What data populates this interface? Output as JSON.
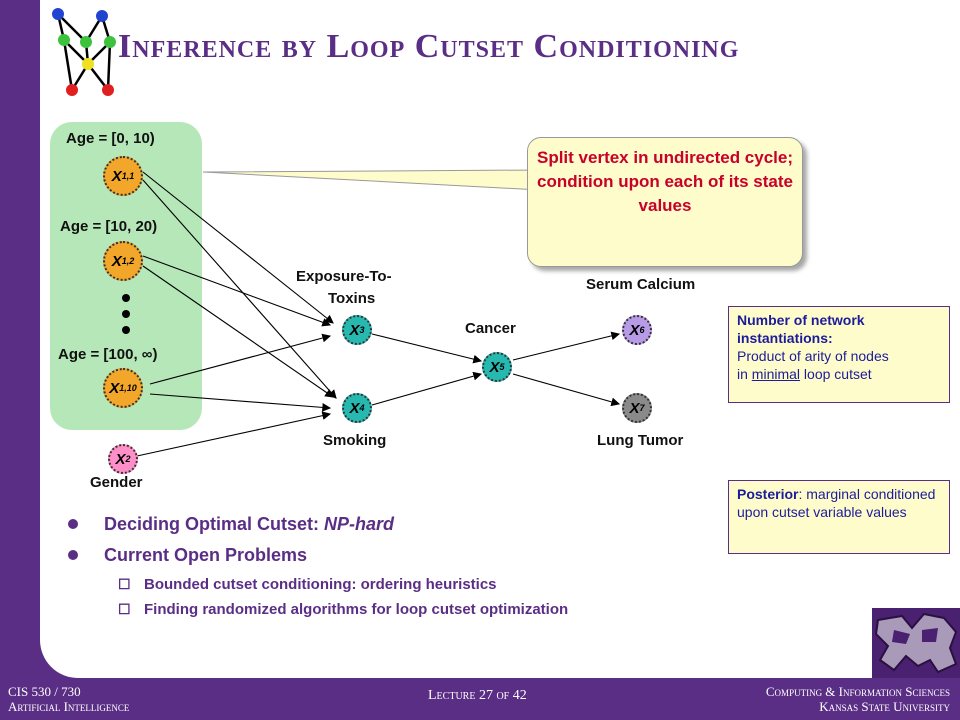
{
  "slide": {
    "title": "Inference by Loop Cutset Conditioning",
    "age_labels": [
      "Age = [0, 10)",
      "Age = [10, 20)",
      "Age = [100, ∞)"
    ],
    "nodes": {
      "x11": {
        "base": "X",
        "sub": "1,1"
      },
      "x12": {
        "base": "X",
        "sub": "1,2"
      },
      "x110": {
        "base": "X",
        "sub": "1,10"
      },
      "x2": {
        "base": "X",
        "sub": "2"
      },
      "x3": {
        "base": "X",
        "sub": "3"
      },
      "x4": {
        "base": "X",
        "sub": "4"
      },
      "x5": {
        "base": "X",
        "sub": "5"
      },
      "x6": {
        "base": "X",
        "sub": "6"
      },
      "x7": {
        "base": "X",
        "sub": "7"
      }
    },
    "labels": {
      "gender": "Gender",
      "exposure1": "Exposure-To-",
      "exposure2": "Toxins",
      "smoking": "Smoking",
      "cancer": "Cancer",
      "serum": "Serum Calcium",
      "lung": "Lung Tumor"
    },
    "callout": "Split vertex in undirected cycle; condition upon each of its state values",
    "info_box": {
      "heading": "Number of network instantiations:",
      "line1": "Product of arity of nodes",
      "line2_pre": "in ",
      "line2_underlined": "minimal",
      "line2_post": " loop cutset"
    },
    "posterior_box": {
      "label": "Posterior",
      "text": ": marginal conditioned upon cutset variable values"
    },
    "bullets": [
      {
        "text": "Deciding Optimal Cutset: ",
        "emph": "NP-hard"
      },
      {
        "text": "Current Open Problems"
      }
    ],
    "sub_bullets": [
      "Bounded cutset conditioning: ordering heuristics",
      "Finding randomized algorithms for loop cutset optimization"
    ],
    "footer": {
      "left1": "CIS 530 / 730",
      "left2": "Artificial Intelligence",
      "center": "Lecture 27 of 42",
      "right1": "Computing & Information Sciences",
      "right2": "Kansas State University"
    },
    "colors": {
      "purple": "#5b2e86",
      "red_text": "#c8002a",
      "blue_text": "#1c1c9a",
      "cutset_bg": "#b6e7b8",
      "node_orange": "#f2a62a",
      "node_teal": "#27b8b0",
      "node_purple": "#b89be6",
      "node_pink": "#ff8fc8",
      "node_gray": "#8a8a8a",
      "callout_bg": "#fffccb"
    }
  }
}
